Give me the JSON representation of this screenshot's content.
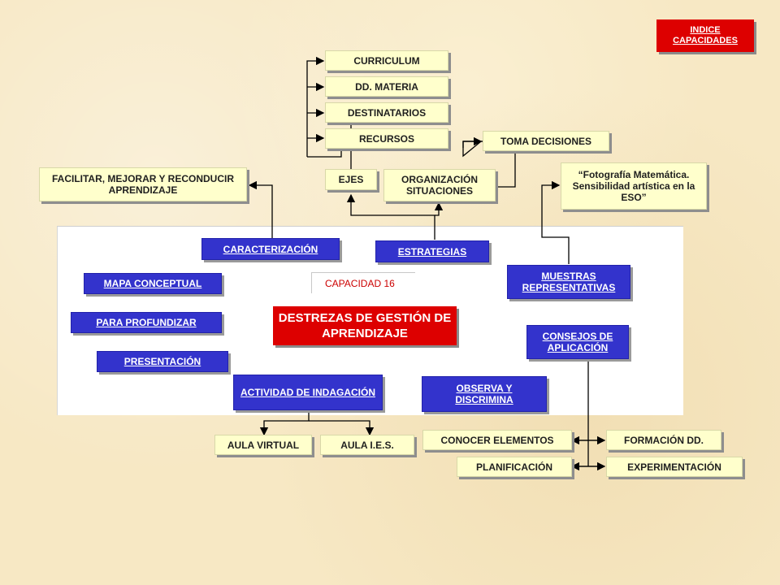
{
  "index_link": "INDICE CAPACIDADES",
  "capacity_label": "CAPACIDAD  16",
  "central_title": "DESTREZAS DE GESTIÓN DE APRENDIZAJE",
  "top": {
    "curriculum": "CURRICULUM",
    "dd_materia": "DD. MATERIA",
    "destinatarios": "DESTINATARIOS",
    "recursos": "RECURSOS",
    "toma_decisiones": "TOMA DECISIONES",
    "ejes": "EJES",
    "organizacion": "ORGANIZACIÓN SITUACIONES",
    "facilitar": "FACILITAR, MEJORAR Y RECONDUCIR  APRENDIZAJE",
    "fotografia": "“Fotografía Matemática. Sensibilidad artística en la ESO”"
  },
  "links": {
    "caracterizacion": "CARACTERIZACIÓN",
    "estrategias": "ESTRATEGIAS",
    "muestras": "MUESTRAS REPRESENTATIVAS",
    "mapa": "MAPA CONCEPTUAL",
    "profundizar": "PARA PROFUNDIZAR",
    "presentacion": "PRESENTACIÓN",
    "consejos": "CONSEJOS DE APLICACIÓN",
    "actividad": "ACTIVIDAD DE INDAGACIÓN",
    "observa": "OBSERVA Y DISCRIMINA"
  },
  "bottom": {
    "aula_virtual": "AULA  VIRTUAL",
    "aula_ies": "AULA  I.E.S.",
    "conocer": "CONOCER  ELEMENTOS",
    "formacion": "FORMACIÓN  DD.",
    "planificacion": "PLANIFICACIÓN",
    "experimentacion": "EXPERIMENTACIÓN"
  }
}
